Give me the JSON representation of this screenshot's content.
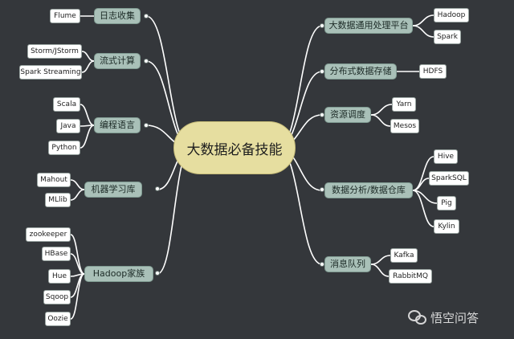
{
  "center": {
    "label": "大数据必备技能"
  },
  "branches": {
    "log": {
      "label": "日志收集",
      "leaves": [
        "Flume"
      ]
    },
    "stream": {
      "label": "流式计算",
      "leaves": [
        "Storm/JStorm",
        "Spark Streaming"
      ]
    },
    "lang": {
      "label": "编程语言",
      "leaves": [
        "Scala",
        "Java",
        "Python"
      ]
    },
    "ml": {
      "label": "机器学习库",
      "leaves": [
        "Mahout",
        "MLlib"
      ]
    },
    "hadoop": {
      "label": "Hadoop家族",
      "leaves": [
        "zookeeper",
        "HBase",
        "Hue",
        "Sqoop",
        "Oozie"
      ]
    },
    "platform": {
      "label": "大数据通用处理平台",
      "leaves": [
        "Hadoop",
        "Spark"
      ]
    },
    "storage": {
      "label": "分布式数据存储",
      "leaves": [
        "HDFS"
      ]
    },
    "sched": {
      "label": "资源调度",
      "leaves": [
        "Yarn",
        "Mesos"
      ]
    },
    "analysis": {
      "label": "数据分析/数据仓库",
      "leaves": [
        "Hive",
        "SparkSQL",
        "Pig",
        "Kylin"
      ]
    },
    "mq": {
      "label": "消息队列",
      "leaves": [
        "Kafka",
        "RabbitMQ"
      ]
    }
  },
  "watermark": {
    "label": "悟空问答"
  },
  "colors": {
    "background": "#34373b",
    "center": "#e6dea0",
    "branch": "#a9c0b8",
    "leaf": "#ffffff",
    "line": "#ffffff"
  }
}
